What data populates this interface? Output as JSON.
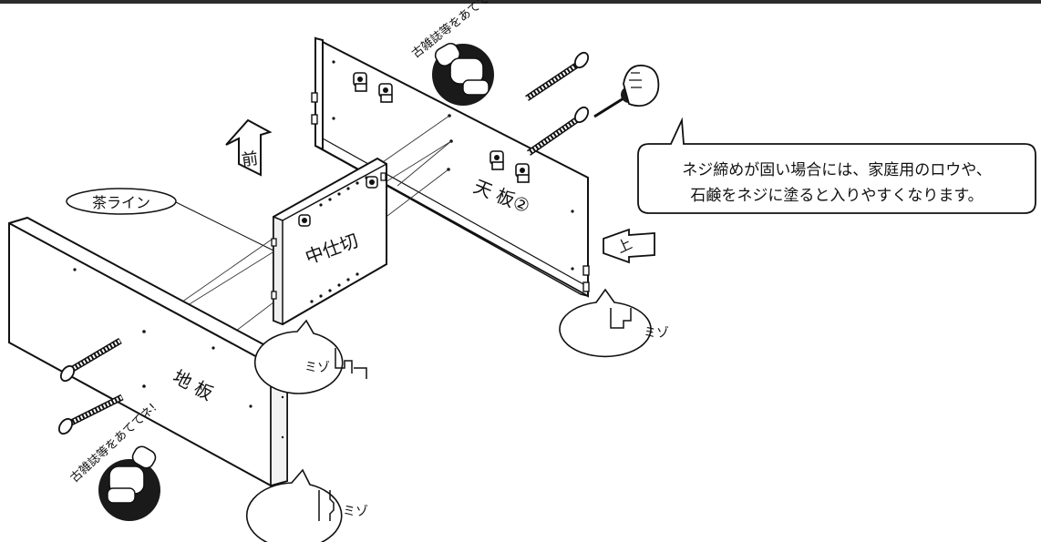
{
  "labels": {
    "front": "前",
    "top_arrow": "上",
    "brown_line": "茶ライン",
    "middle_partition": "中仕切",
    "top_board": "天 板②",
    "bottom_board": "地 板",
    "groove_1": "ミゾ",
    "groove_2": "ミゾ",
    "groove_3": "ミゾ",
    "hammer_note_top": "古雑誌等をあててネ!",
    "hammer_note_bottom": "古雑誌等をあててネ!"
  },
  "tip": {
    "line1": "ネジ締めが固い場合には、家庭用のロウや、",
    "line2": "石鹸をネジに塗ると入りやすくなります。"
  },
  "colors": {
    "ink": "#111111",
    "panel": "#ffffff",
    "dark": "#1a1a1a"
  }
}
